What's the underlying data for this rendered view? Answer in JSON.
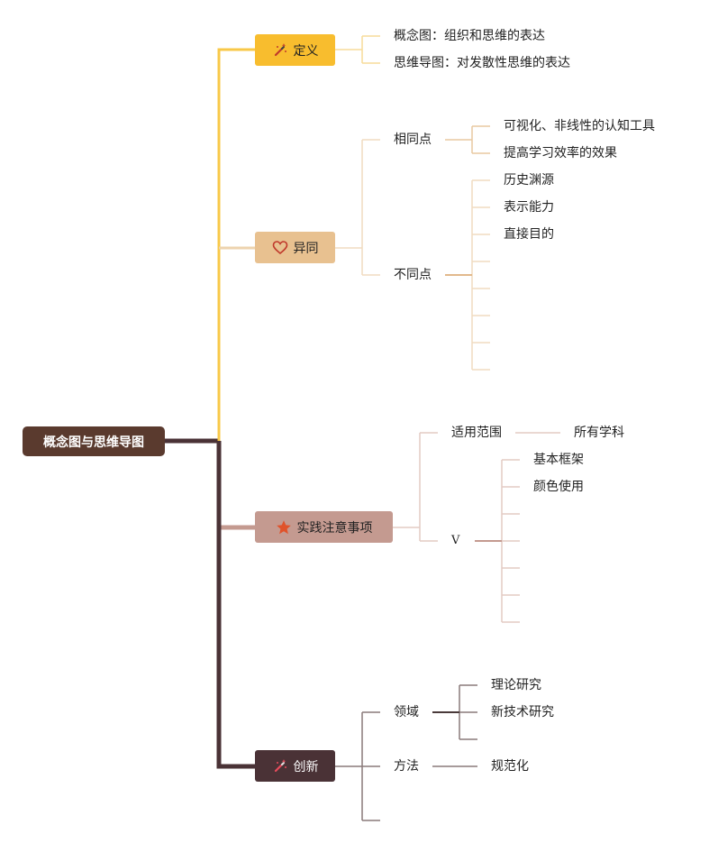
{
  "root": {
    "label": "概念图与思维导图"
  },
  "branches": {
    "definition": {
      "label": "定义",
      "icon": "magic-wand-icon",
      "color": "#f8bd2e",
      "items": [
        "概念图：组织和思维的表达",
        "思维导图：对发散性思维的表达"
      ]
    },
    "difference": {
      "label": "异同",
      "icon": "heart-icon",
      "color": "#e8c190",
      "same": {
        "label": "相同点",
        "items": [
          "可视化、非线性的认知工具",
          "提高学习效率的效果"
        ]
      },
      "different": {
        "label": "不同点",
        "items": [
          "历史渊源",
          "表示能力",
          "直接目的"
        ]
      }
    },
    "practice": {
      "label": "实践注意事项",
      "icon": "star-icon",
      "color": "#c49a90",
      "scope": {
        "label": "适用范围",
        "value": "所有学科"
      },
      "v": {
        "label": "V",
        "items": [
          "基本框架",
          "颜色使用"
        ]
      }
    },
    "innovation": {
      "label": "创新",
      "icon": "magic-wand-icon",
      "color": "#4a3236",
      "field": {
        "label": "领域",
        "items": [
          "理论研究",
          "新技术研究"
        ]
      },
      "method": {
        "label": "方法",
        "value": "规范化"
      }
    }
  },
  "colors": {
    "root": "#5a3a2e",
    "trunk": "#4a3236",
    "definition_line": "#f8c848",
    "definition_light": "#f7dc9a",
    "difference_line": "#edd3ae",
    "difference_mid": "#e2b98c",
    "practice_line": "#c49a90",
    "practice_light": "#e3cbc4",
    "innovation_line": "#8a7a7a",
    "innovation_dark": "#4a3a3a"
  }
}
